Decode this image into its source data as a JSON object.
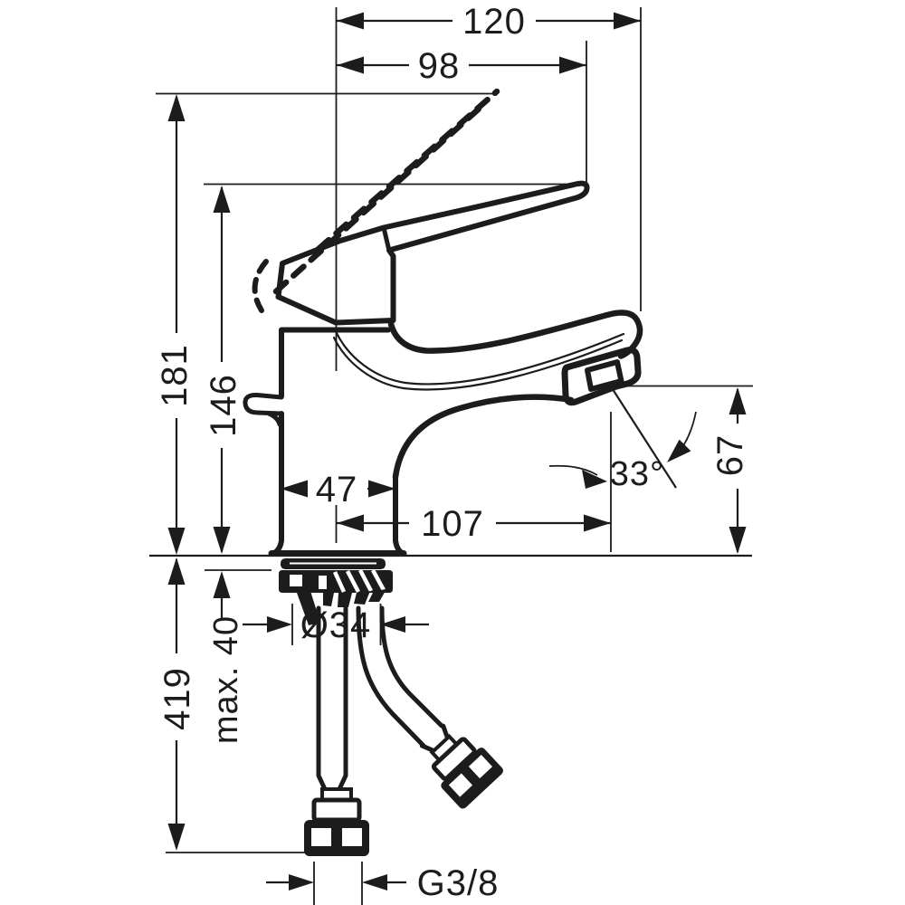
{
  "drawing": {
    "dimensions": {
      "overall_projection": "120",
      "spout_tip_projection": "98",
      "height_handle_raised": "181",
      "height_handle_lowered": "146",
      "body_depth": "47",
      "spout_reach": "107",
      "outlet_angle": "33°",
      "outlet_height": "67",
      "mounting_hole_diameter": "Ø34",
      "max_deck_thickness": "max. 40",
      "height_below_deck": "419",
      "supply_thread": "G3/8"
    },
    "colors": {
      "line": "#1c1c1c",
      "background": "#ffffff"
    }
  }
}
